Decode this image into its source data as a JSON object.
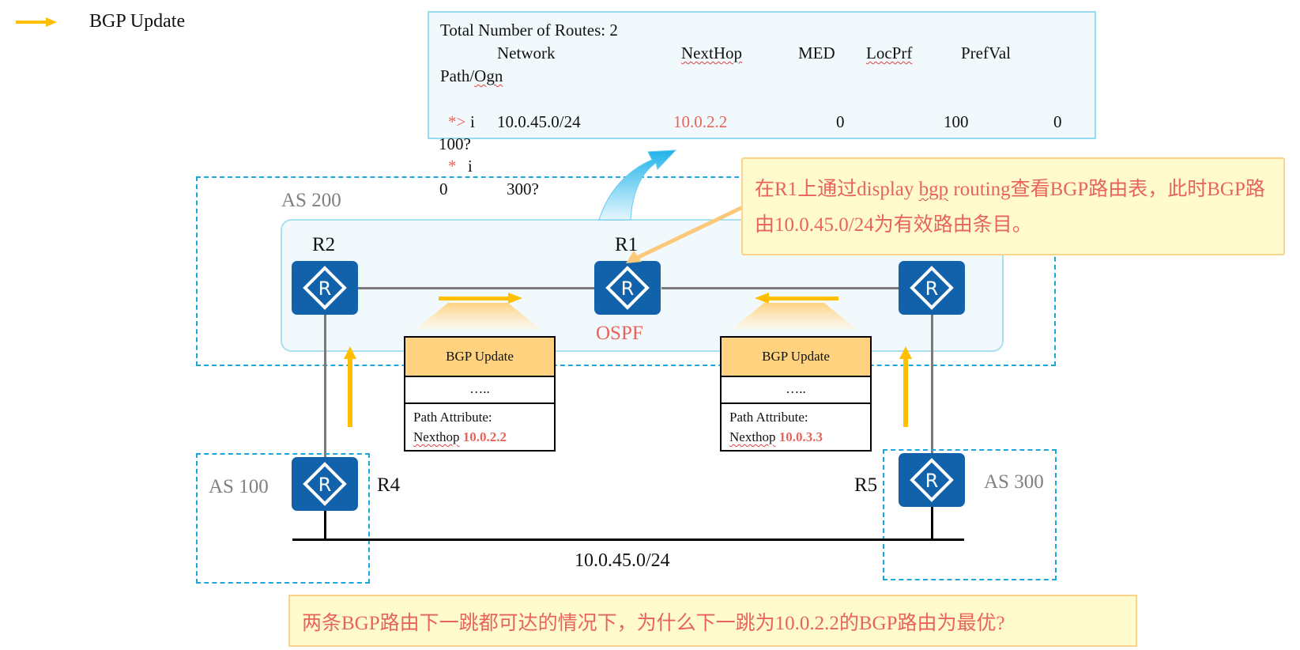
{
  "legend": {
    "icon": "orange-right-arrow",
    "label": "BGP Update",
    "arrow_color": "#ffbe00"
  },
  "routing_table": {
    "title": "Total Number of Routes: 2",
    "headers": {
      "network": "Network",
      "nexthop": "NextHop",
      "med": "MED",
      "locprf": "LocPrf",
      "prefval": "PrefVal",
      "path_ogn": "Path/Ogn"
    },
    "routes": [
      {
        "status": "*>",
        "type": "i",
        "network": "10.0.45.0/24",
        "nexthop": "10.0.2.2",
        "med": "0",
        "locprf": "100",
        "prefval": "0",
        "path_ogn": "100?"
      },
      {
        "status": "*",
        "type": "i",
        "network": "",
        "nexthop": "",
        "med": "",
        "locprf": "",
        "prefval": "0",
        "path_ogn": "300?"
      }
    ]
  },
  "areas": {
    "as200": "AS 200",
    "as100": "AS 100",
    "as300": "AS 300",
    "ospf": "OSPF"
  },
  "routers": {
    "r1": "R1",
    "r2": "R2",
    "r3": "",
    "r4": "R4",
    "r5": "R5"
  },
  "updates": [
    {
      "header": "BGP Update",
      "middle": "…..",
      "attr_label": "Path Attribute:",
      "nexthop_label": "Nexthop",
      "nexthop_value": "10.0.2.2"
    },
    {
      "header": "BGP Update",
      "middle": "…..",
      "attr_label": "Path Attribute:",
      "nexthop_label": "Nexthop",
      "nexthop_value": "10.0.3.3"
    }
  ],
  "subnet": "10.0.45.0/24",
  "callout": {
    "part1": "在R1上通过display ",
    "part2": "bgp",
    "part3": " routing查看BGP路由表，此时BGP路由10.0.45.0/24为有效路由条目。"
  },
  "question": "两条BGP路由下一跳都可达的情况下，为什么下一跳为10.0.2.2的BGP路由为最优?",
  "colors": {
    "router_blue": "#1262ab",
    "highlight_red": "#e8645a",
    "dashed_blue": "#1aa7de",
    "update_orange": "#ffbe00",
    "callout_bg": "#fffbcf"
  }
}
